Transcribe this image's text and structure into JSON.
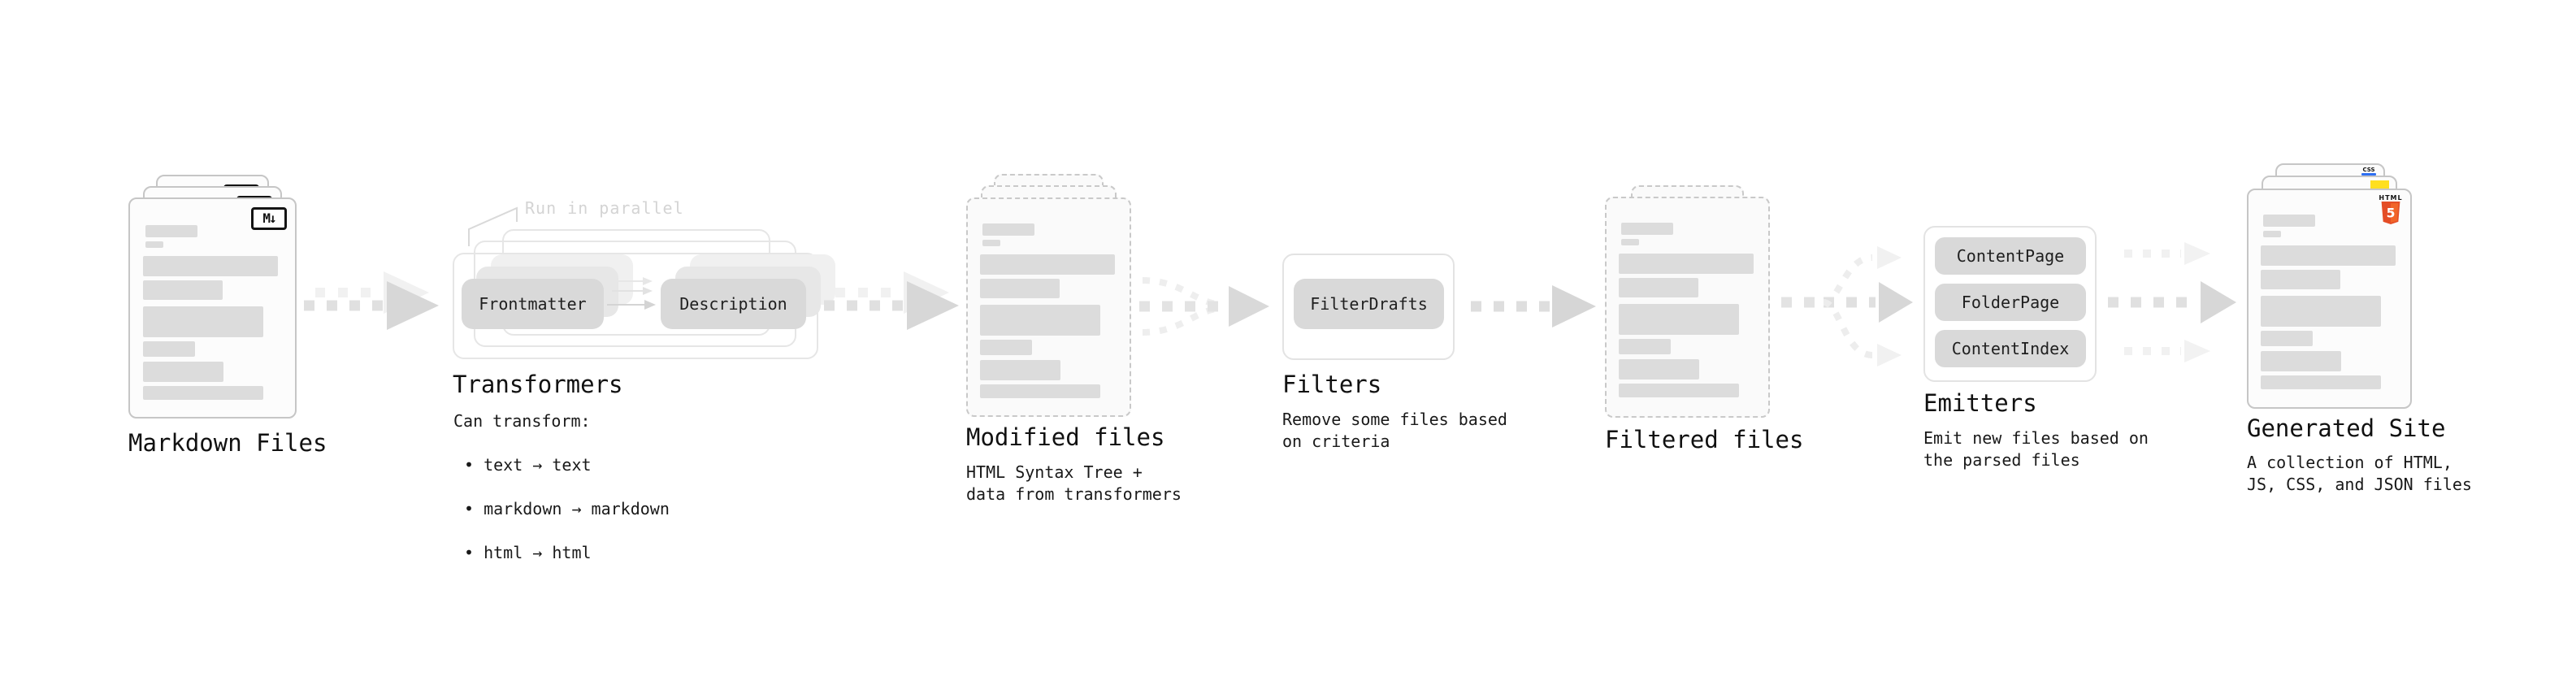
{
  "pipeline": {
    "markdown_files": {
      "label": "Markdown Files",
      "badge": "M↓"
    },
    "transformers": {
      "annotation": "Run in parallel",
      "frontmatter_button": "Frontmatter",
      "description_button": "Description",
      "heading": "Transformers",
      "intro": "Can transform:",
      "bullets": [
        "• text → text",
        "• markdown → markdown",
        "• html → html"
      ]
    },
    "modified_files": {
      "label": "Modified files",
      "description": "HTML Syntax Tree +\ndata from transformers"
    },
    "filters": {
      "heading": "Filters",
      "filter_button": "FilterDrafts",
      "description": "Remove some files based\non criteria"
    },
    "filtered_files": {
      "label": "Filtered files"
    },
    "emitters": {
      "heading": "Emitters",
      "buttons": [
        "ContentPage",
        "FolderPage",
        "ContentIndex"
      ],
      "description": "Emit new files based on\nthe parsed files"
    },
    "generated_site": {
      "label": "Generated Site",
      "description": "A collection of HTML,\nJS, CSS, and JSON files",
      "html5_badge_title": "HTML",
      "html5_badge_number": "5",
      "css_badge": "CSS"
    }
  },
  "colors": {
    "html5_orange": "#e44d26",
    "html5_orange_light": "#f16529",
    "js_yellow": "#ffdf1f",
    "css_blue": "#2d6ff2",
    "chip_fill": "#d9d9d9",
    "bar_fill": "#dcdcdc",
    "card_border": "#c6c6c6",
    "panel_border": "#e3e3e3",
    "arrow_gray": "#e0e0e0",
    "arrow_head_gray": "#d7d7d7",
    "arrow_light": "#f1f1f1",
    "annotation_gray": "#d4d4d4",
    "text_dark": "#1f1f1f"
  }
}
